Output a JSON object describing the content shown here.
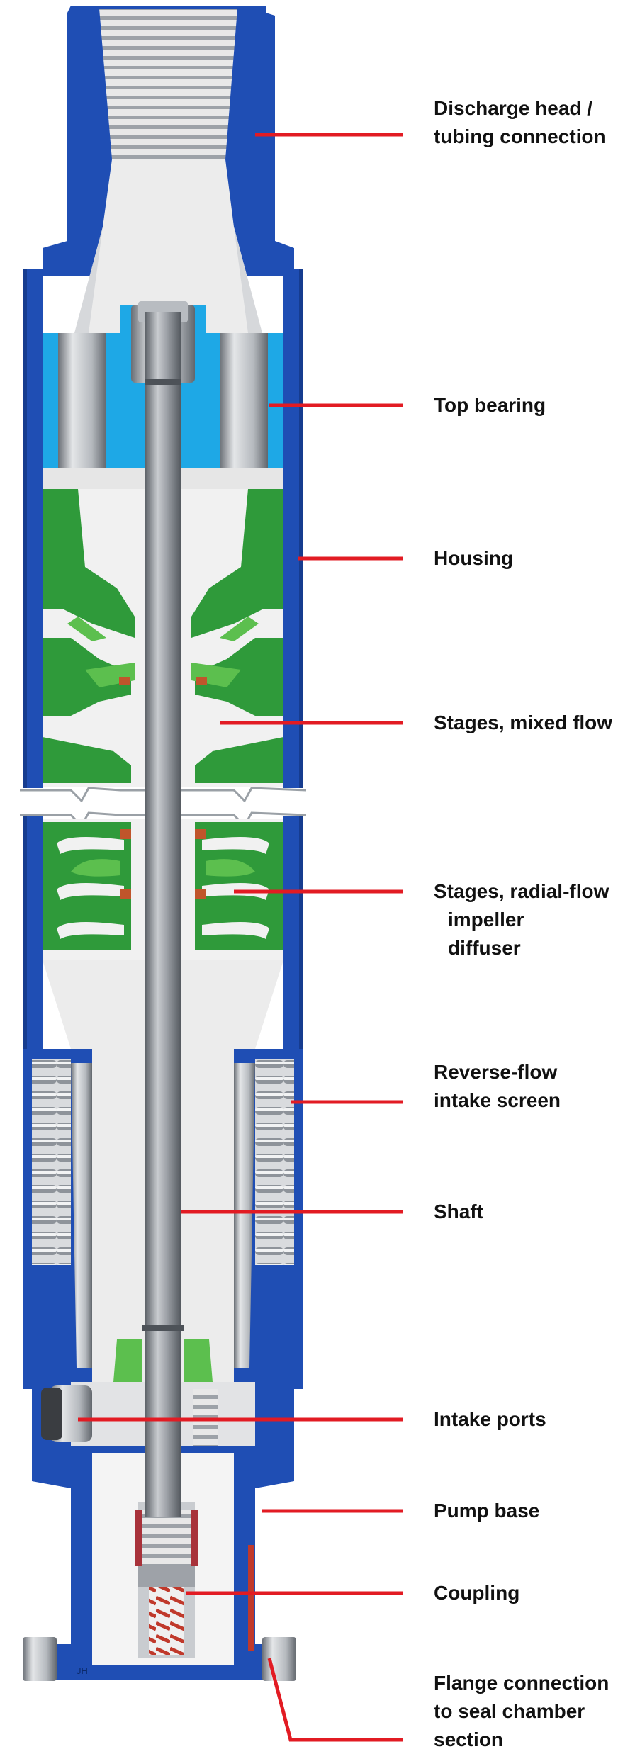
{
  "colors": {
    "housing_blue": "#1f4eb4",
    "housing_blue_dark": "#163c8f",
    "bearing_cyan": "#1ea8e6",
    "stage_green": "#2f9a3a",
    "stage_green_light": "#5cbf4e",
    "shaft_gray": "#8a8f96",
    "leader_red": "#e21b23",
    "text": "#111111"
  },
  "labels": [
    {
      "id": "discharge-head",
      "lines": [
        "Discharge head /",
        "tubing connection"
      ]
    },
    {
      "id": "top-bearing",
      "lines": [
        "Top bearing"
      ]
    },
    {
      "id": "housing",
      "lines": [
        "Housing"
      ]
    },
    {
      "id": "stages-mixed-flow",
      "lines": [
        "Stages, mixed flow"
      ]
    },
    {
      "id": "stages-radial-flow",
      "lines": [
        "Stages, radial-flow",
        "impeller",
        "diffuser"
      ]
    },
    {
      "id": "reverse-flow-intake-screen",
      "lines": [
        "Reverse-flow",
        "intake screen"
      ]
    },
    {
      "id": "shaft",
      "lines": [
        "Shaft"
      ]
    },
    {
      "id": "intake-ports",
      "lines": [
        "Intake ports"
      ]
    },
    {
      "id": "pump-base",
      "lines": [
        "Pump base"
      ]
    },
    {
      "id": "coupling",
      "lines": [
        "Coupling"
      ]
    },
    {
      "id": "flange-connection",
      "lines": [
        "Flange connection",
        "to seal chamber",
        "section"
      ]
    }
  ],
  "watermark": "JH"
}
